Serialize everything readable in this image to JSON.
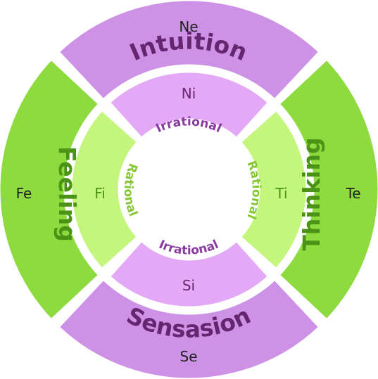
{
  "outer": {
    "top": "Ne",
    "bottom": "Se",
    "left": "Fe",
    "right": "Te"
  },
  "inner": {
    "top": "Ni",
    "bottom": "Si",
    "left": "Fi",
    "right": "Ti"
  },
  "axes": {
    "top": "Intuition",
    "bottom": "Sensasion",
    "left": "Feeling",
    "right": "Thinking"
  },
  "center": {
    "top": "Irrational",
    "bottom": "Irrational",
    "left": "Rational",
    "right": "Rational"
  },
  "colors": {
    "outer_purple": "#cd92e6",
    "inner_purple": "#e3a8f6",
    "outer_green": "#8ddb3e",
    "inner_green": "#c4f57d",
    "text_purple": "#66256f",
    "text_dark_green": "#4a9317",
    "center_purple": "#8a3aa0",
    "center_green": "#86c735",
    "fn_text": "#222222"
  }
}
